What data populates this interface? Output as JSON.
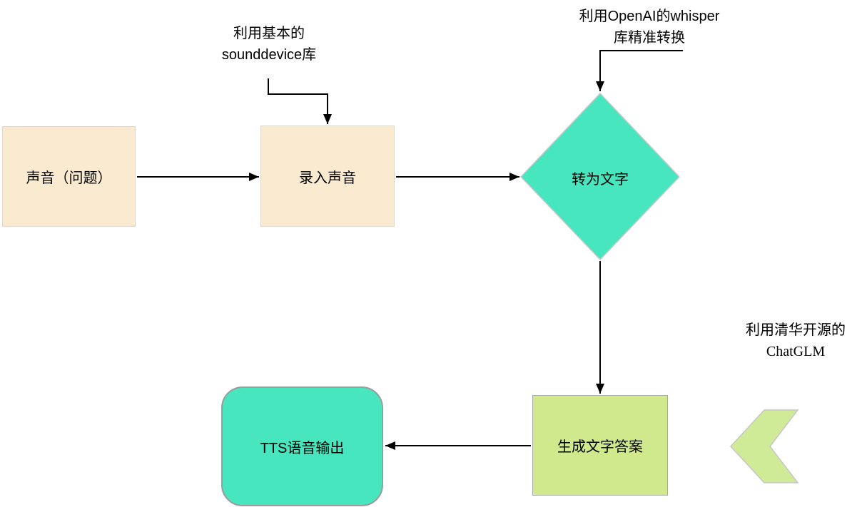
{
  "diagram": {
    "background_color": "#ffffff",
    "colors": {
      "tan_box": "#faebd0",
      "teal_shape": "#47e6bf",
      "green_box": "#cfe98c",
      "chevron_green": "#d0eb97",
      "connector": "#000000"
    },
    "nodes": {
      "input": {
        "label": "声音（问题）",
        "shape": "rectangle"
      },
      "record": {
        "label": "录入声音",
        "shape": "rectangle"
      },
      "transcribe": {
        "label": "转为文字",
        "shape": "diamond"
      },
      "answer": {
        "label": "生成文字答案",
        "shape": "rectangle"
      },
      "tts": {
        "label": "TTS语音输出",
        "shape": "rounded-rectangle"
      }
    },
    "annotations": {
      "sounddevice": {
        "line1": "利用基本的",
        "line2": "sounddevice库"
      },
      "whisper": {
        "line1": "利用OpenAI的whisper",
        "line2": "库精准转换"
      },
      "chatglm": {
        "line1": "利用清华开源的",
        "line2": "ChatGLM"
      }
    },
    "edges": [
      {
        "from": "声音（问题）",
        "to": "录入声音"
      },
      {
        "from": "录入声音",
        "to": "转为文字"
      },
      {
        "from": "转为文字",
        "to": "生成文字答案"
      },
      {
        "from": "生成文字答案",
        "to": "TTS语音输出"
      },
      {
        "from": "利用基本的sounddevice库",
        "to": "录入声音"
      },
      {
        "from": "利用OpenAI的whisper库精准转换",
        "to": "转为文字"
      }
    ]
  }
}
